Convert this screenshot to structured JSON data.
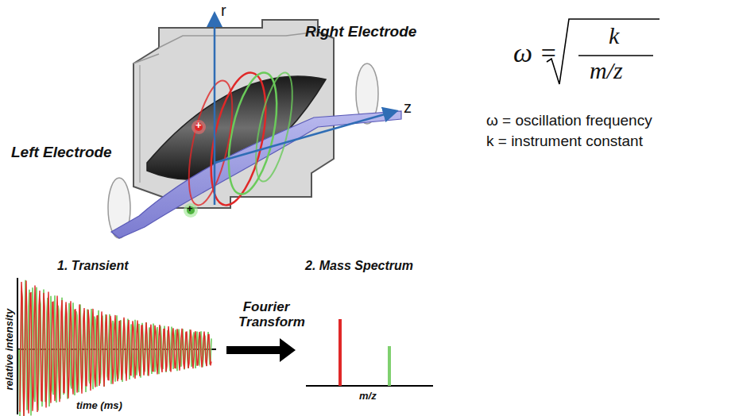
{
  "diagram": {
    "labels": [
      "r",
      "Right Electrode",
      "z",
      "Left Electrode",
      "+",
      "+",
      "ω =",
      "k",
      "m/z",
      "ω = oscillation frequency",
      "k = instrument constant",
      "1. Transient",
      "relative intensity",
      "time (ms)",
      "Fourier Transform",
      "2. Mass Spectrum",
      "m/z"
    ]
  }
}
